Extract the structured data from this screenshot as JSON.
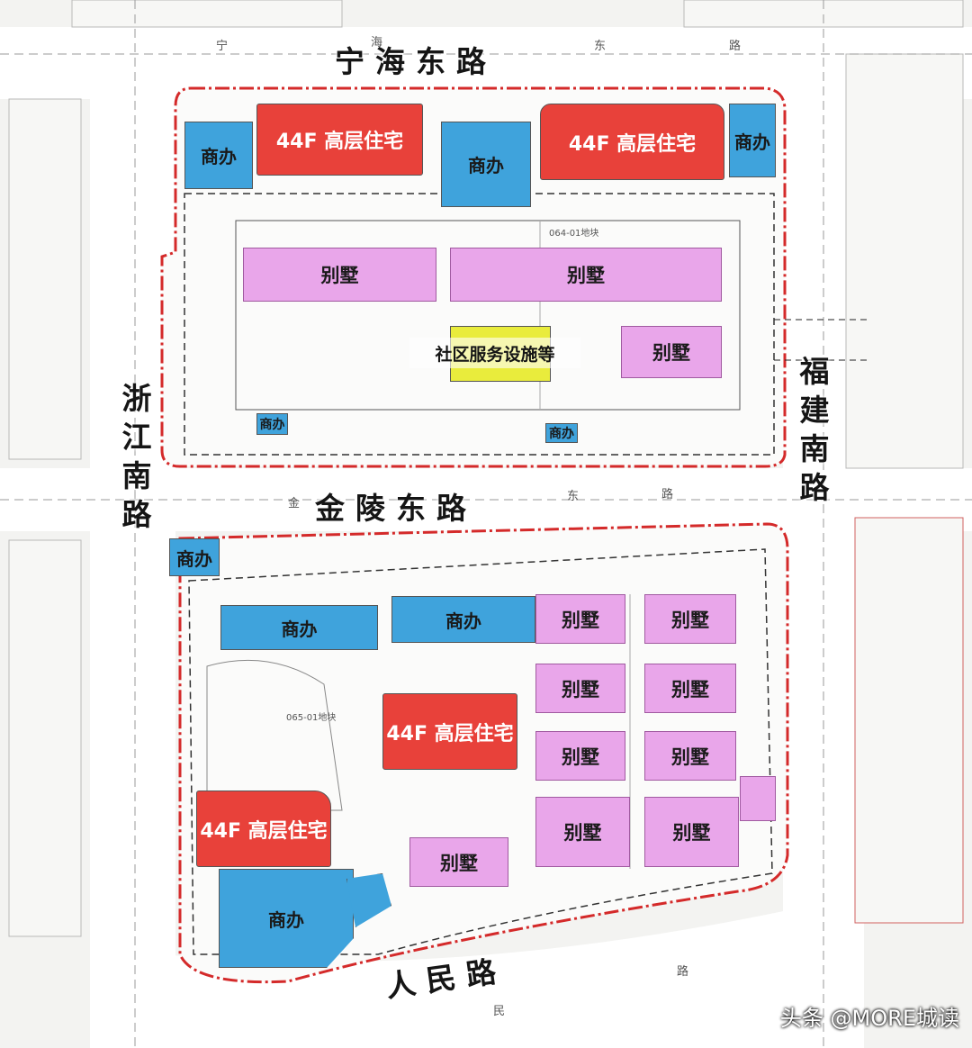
{
  "roads": {
    "north": "宁海东路",
    "middle": "金陵东路",
    "south": "人民路",
    "west": "浙江南路",
    "east": "福建南路"
  },
  "parcels": {
    "north": "064-01地块",
    "south": "065-01地块"
  },
  "lots": {
    "res_n1": "44F 高层住宅",
    "res_n2": "44F 高层住宅",
    "res_s1": "44F 高层住宅",
    "res_s2": "44F 高层住宅",
    "com_n1": "商办",
    "com_n2": "商办",
    "com_n3": "商办",
    "com_n4": "商办",
    "com_n5": "商办",
    "com_s1": "商办",
    "com_s2": "商办",
    "com_s3": "商办",
    "com_s4": "商办",
    "villa_n1": "别墅",
    "villa_n2": "别墅",
    "villa_n3": "别墅",
    "villa_s1": "别墅",
    "villa_s2": "别墅",
    "villa_s3": "别墅",
    "villa_s4": "别墅",
    "villa_s5": "别墅",
    "villa_s6": "别墅",
    "villa_s7": "别墅",
    "villa_s8": "别墅",
    "villa_s9": "别墅",
    "svc_n1": "社区服务设施等"
  },
  "small_labels": {
    "top_road_1": "宁",
    "top_road_2": "海",
    "top_road_3": "东",
    "top_road_4": "路",
    "mid_road_1": "金",
    "mid_road_2": "东",
    "mid_road_3": "路",
    "south_road_1": "民",
    "south_road_2": "路"
  },
  "watermark": "头条 @MORE城读",
  "colors": {
    "residential": "#e8413a",
    "commercial": "#3fa3dc",
    "villa": "#e9a6ea",
    "service": "#e9ec3c",
    "boundary": "#d42a2a"
  }
}
